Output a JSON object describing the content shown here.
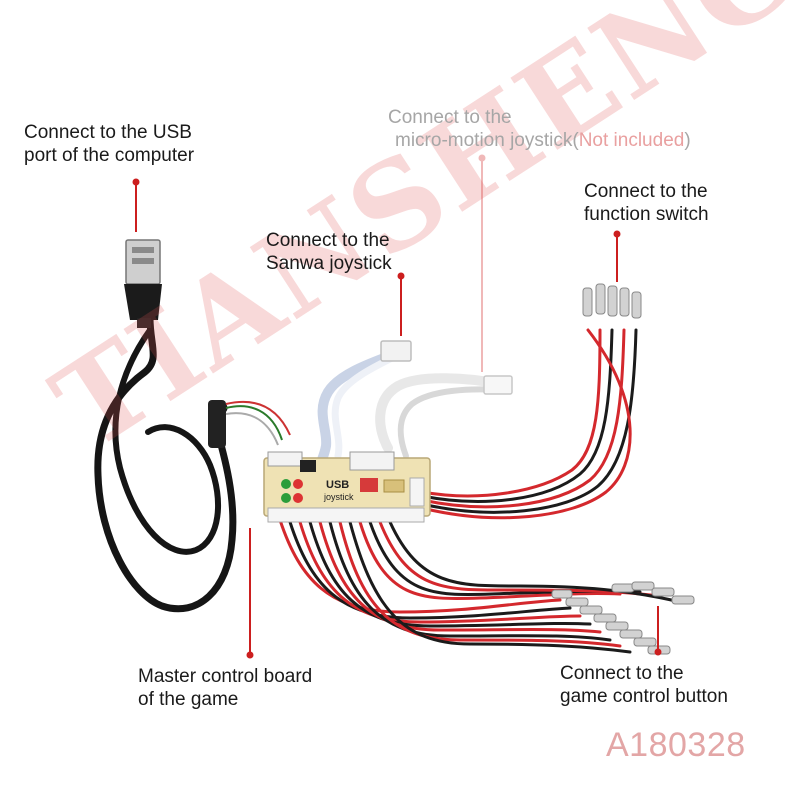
{
  "labels": {
    "usb_line1": "Connect  to the USB",
    "usb_line2": "port of the computer",
    "micro_line1": "Connect to the",
    "micro_line2": "micro-motion joystick",
    "micro_open": "(",
    "micro_note": "Not included",
    "micro_close": ")",
    "function_line1": "Connect to the",
    "function_line2": "function switch",
    "sanwa_line1": "Connect to the",
    "sanwa_line2": "Sanwa joystick",
    "master_line1": "Master control board",
    "master_line2": "of the game",
    "button_line1": "Connect to the",
    "button_line2": "game control button"
  },
  "board_text": {
    "usb": "USB",
    "joystick": "joystick"
  },
  "watermark": "TIANSHENG",
  "product_code": "A180328",
  "colors": {
    "leader_line": "#cc1f1f",
    "leader_faded": "#f0b8b8",
    "cable": "#151515",
    "wire_red": "#d4282d",
    "wire_black": "#1b1b1b",
    "board": "#efe2b4",
    "watermark": "#e15050",
    "product_code": "#e3a6a6"
  }
}
